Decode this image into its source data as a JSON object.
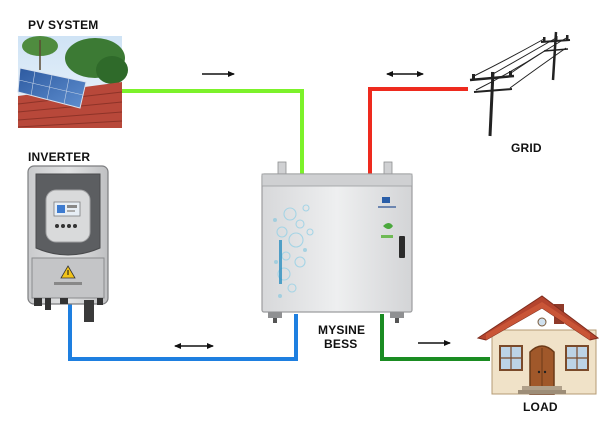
{
  "labels": {
    "pv": "PV SYSTEM",
    "inverter": "INVERTER",
    "grid": "GRID",
    "bess_line1": "MYSINE",
    "bess_line2": "BESS",
    "load": "LOAD"
  },
  "colors": {
    "pv_line": "#7cf22a",
    "grid_line": "#ee2a1e",
    "inverter_line": "#1e7fe0",
    "load_line": "#1a8c22",
    "arrow": "#111111"
  },
  "flows": {
    "pv": "one-way-right",
    "grid": "two-way",
    "inverter": "two-way",
    "load": "one-way-right"
  }
}
